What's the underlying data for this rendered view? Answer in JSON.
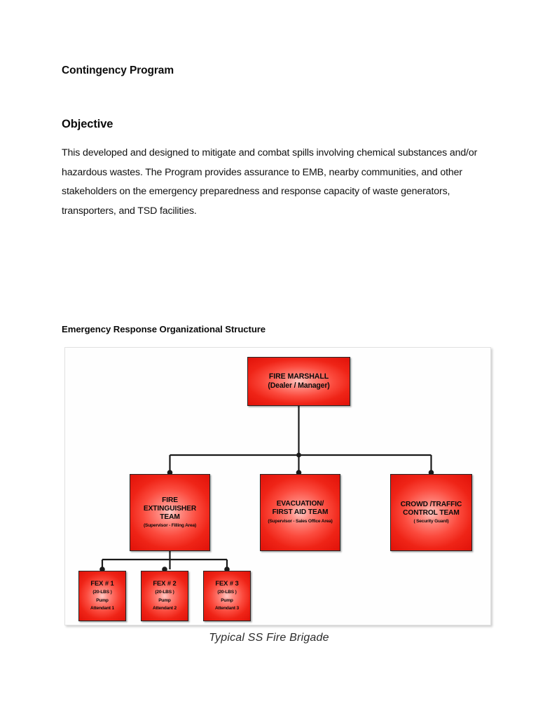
{
  "document": {
    "title": "Contingency Program",
    "section_heading": "Objective",
    "body_text": "This developed and designed to mitigate and combat spills involving chemical substances and/or hazardous wastes. The Program provides assurance to EMB, nearby communities, and other stakeholders on the emergency preparedness and response capacity of waste generators, transporters, and TSD facilities.",
    "figure_heading": "Emergency Response Organizational Structure",
    "figure_caption": "Typical SS Fire Brigade"
  },
  "colors": {
    "node_fill_center": "#ffc9c4",
    "node_fill_mid": "#fb4a3d",
    "node_fill_edge": "#d81208",
    "node_border": "#262626",
    "connector": "#1a1a1a",
    "container_border": "#e2e2e2",
    "text": "#0a0a0a"
  },
  "org_chart": {
    "root": {
      "line1": "FIRE MARSHALL",
      "line2": "(Dealer / Manager)"
    },
    "level2": [
      {
        "title": "FIRE EXTINGUISHER TEAM",
        "title_lines": "FIRE\nEXTINGUISHER\nTEAM",
        "subtitle": "(Supervisor - Filling Area)"
      },
      {
        "title": "EVACUATION/ FIRST AID TEAM",
        "title_lines": "EVACUATION/\nFIRST AID TEAM",
        "subtitle": "(Supervisor - Sales Office Area)"
      },
      {
        "title": "CROWD /TRAFFIC CONTROL TEAM",
        "title_lines": "CROWD /TRAFFIC\nCONTROL TEAM",
        "subtitle": "( Security Guard)"
      }
    ],
    "level3": [
      {
        "title": "FEX # 1",
        "capacity": "(20-LBS )",
        "role_line1": "Pump",
        "role_line2": "Attendant 1"
      },
      {
        "title": "FEX # 2",
        "capacity": "(20-LBS )",
        "role_line1": "Pump",
        "role_line2": "Attendant 2"
      },
      {
        "title": "FEX # 3",
        "capacity": "(20-LBS )",
        "role_line1": "Pump",
        "role_line2": "Attendant 3"
      }
    ]
  }
}
